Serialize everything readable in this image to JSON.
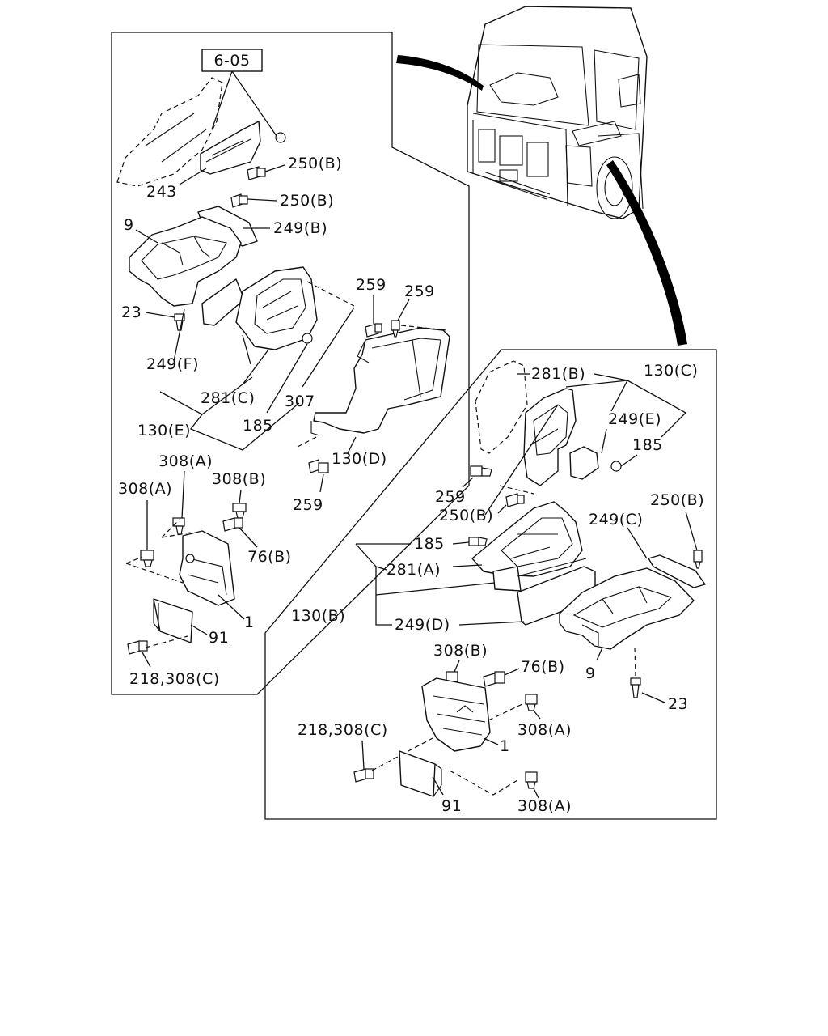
{
  "callouts": {
    "ref_box": "6-05",
    "l_243": "243",
    "l_250b_1": "250(B)",
    "l_250b_2": "250(B)",
    "l_249b": "249(B)",
    "l_9": "9",
    "l_23": "23",
    "l_249f": "249(F)",
    "l_281c": "281(C)",
    "l_307": "307",
    "l_130e": "130(E)",
    "l_185": "185",
    "l_259_1": "259",
    "l_259_2": "259",
    "l_130d": "130(D)",
    "l_259_3": "259",
    "l_308a_1": "308(A)",
    "l_308a_2": "308(A)",
    "l_308b": "308(B)",
    "l_76b": "76(B)",
    "l_1": "1",
    "l_91": "91",
    "l_218": "218,308(C)"
  },
  "callouts_right": {
    "r_281b": "281(B)",
    "r_130c": "130(C)",
    "r_249e": "249(E)",
    "r_185a": "185",
    "r_259": "259",
    "r_250b_1": "250(B)",
    "r_250b_2": "250(B)",
    "r_249c": "249(C)",
    "r_185b": "185",
    "r_281a": "281(A)",
    "r_130b": "130(B)",
    "r_249d": "249(D)",
    "r_9": "9",
    "r_308b": "308(B)",
    "r_76b": "76(B)",
    "r_23": "23",
    "r_218": "218,308(C)",
    "r_308a_1": "308(A)",
    "r_1": "1",
    "r_91": "91",
    "r_308a_2": "308(A)"
  }
}
